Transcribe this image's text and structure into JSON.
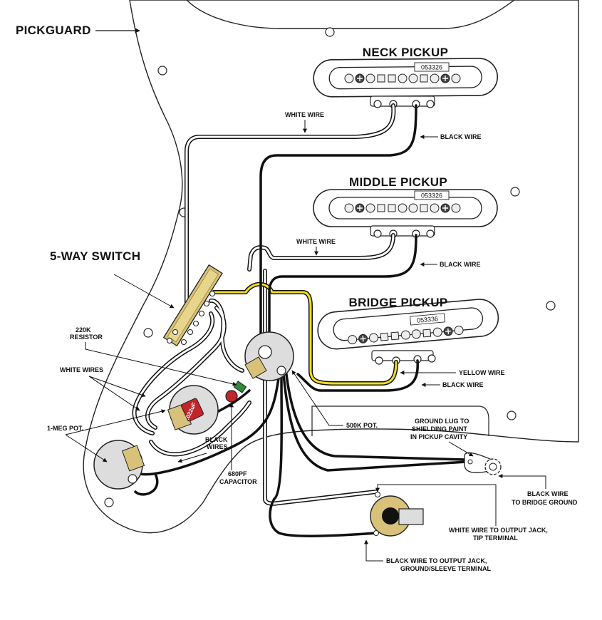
{
  "labels": {
    "pickguard": "PICKGUARD",
    "switch": "5-WAY SWITCH",
    "resistor": [
      "220K",
      "RESISTOR"
    ],
    "white_wires": "WHITE WIRES",
    "meg_pot": "1-MEG POT.",
    "black_wires": [
      "BLACK",
      "WIRES"
    ],
    "capacitor": [
      "680PF",
      "CAPACITOR"
    ],
    "pot_500k": "500K POT.",
    "ground_lug": [
      "GROUND LUG TO",
      "SHIELDING PAINT",
      "IN PICKUP CAVITY"
    ],
    "black_bridge": [
      "BLACK WIRE",
      "TO BRIDGE GROUND"
    ],
    "white_tip": [
      "WHITE WIRE TO OUTPUT JACK,",
      "TIP TERMINAL"
    ],
    "black_sleeve": [
      "BLACK WIRE TO OUTPUT JACK,",
      "GROUND/SLEEVE TERMINAL"
    ]
  },
  "pickups": {
    "neck": {
      "title": "NECK PICKUP",
      "code": "053326",
      "white": "WHITE WIRE",
      "black": "BLACK WIRE"
    },
    "middle": {
      "title": "MIDDLE PICKUP",
      "code": "053326",
      "white": "WHITE WIRE",
      "black": "BLACK WIRE"
    },
    "bridge": {
      "title": "BRIDGE PICKUP",
      "code": "053336",
      "yellow": "YELLOW WIRE",
      "black": "BLACK WIRE"
    }
  },
  "cap_label": ".022uF",
  "colors": {
    "wire_black": "#111111",
    "wire_white": "#ffffff",
    "wire_yellow": "#f2dc1f",
    "switch_brass": "#d8c27a",
    "pot_body": "#dddddd",
    "cap_red": "#c0262a"
  }
}
